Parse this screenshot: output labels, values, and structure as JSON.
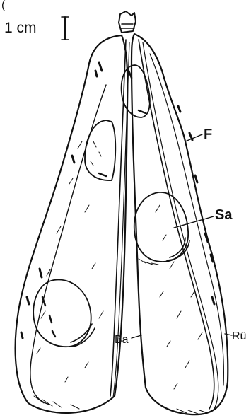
{
  "figure": {
    "top_glyph": "(",
    "scale_bar": {
      "label": "1 cm"
    },
    "labels": {
      "F": "F",
      "Sa": "Sa",
      "Ba": "Ba",
      "Ru": "Rü"
    }
  }
}
